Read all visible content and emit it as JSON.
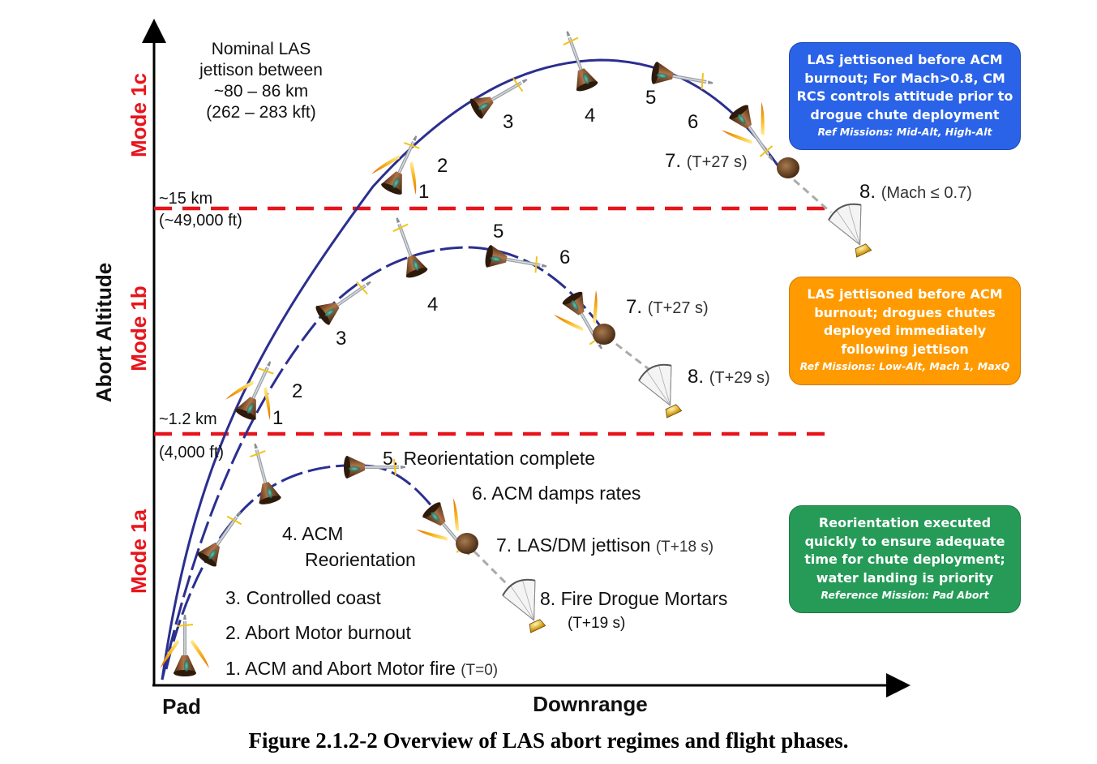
{
  "axes": {
    "y_label": "Abort Altitude",
    "x_label": "Downrange",
    "origin_label": "Pad"
  },
  "modes": {
    "mode_1c": "Mode 1c",
    "mode_1b": "Mode 1b",
    "mode_1a": "Mode 1a"
  },
  "thresholds": {
    "upper": {
      "km": "~15 km",
      "ft": "(~49,000 ft)"
    },
    "lower": {
      "km": "~1.2 km",
      "ft": "(4,000 ft)"
    }
  },
  "jettison_note": [
    "Nominal LAS",
    "jettison between",
    "~80 – 86 km",
    "(262 – 283 kft)"
  ],
  "mode_1c_steps": {
    "s1": "1",
    "s2": "2",
    "s3": "3",
    "s4": "4",
    "s5": "5",
    "s6": "6",
    "s7": "7.",
    "s7_time": "(T+27 s)",
    "s8": "8.",
    "s8_time": "(Mach ≤ 0.7)"
  },
  "mode_1b_steps": {
    "s1": "1",
    "s2": "2",
    "s3": "3",
    "s4": "4",
    "s5": "5",
    "s6": "6",
    "s7": "7.",
    "s7_time": "(T+27 s)",
    "s8": "8.",
    "s8_time": "(T+29 s)"
  },
  "mode_1a_steps": {
    "s1": "1. ACM and Abort Motor fire",
    "s1_time": "(T=0)",
    "s2": "2. Abort Motor burnout",
    "s3": "3. Controlled coast",
    "s4_line1": "4. ACM",
    "s4_line2": "Reorientation",
    "s5": "5. Reorientation complete",
    "s6": "6. ACM damps rates",
    "s7": "7. LAS/DM jettison",
    "s7_time": "(T+18 s)",
    "s8": "8. Fire Drogue Mortars",
    "s8_time": "(T+19 s)"
  },
  "info_boxes": {
    "mode_1c": {
      "lines": [
        "LAS jettisoned before ACM",
        "burnout; For Mach>0.8, CM",
        "RCS controls attitude prior to",
        "drogue chute deployment"
      ],
      "ref": "Ref Missions: Mid-Alt, High-Alt",
      "color": "#2a63e8"
    },
    "mode_1b": {
      "lines": [
        "LAS jettisoned before ACM",
        "burnout; drogues chutes",
        "deployed immediately",
        "following jettison"
      ],
      "ref": "Ref Missions: Low-Alt, Mach 1, MaxQ",
      "color": "#ff9a00"
    },
    "mode_1a": {
      "lines": [
        "Reorientation executed",
        "quickly to ensure adequate",
        "time for chute deployment;",
        "water landing is priority"
      ],
      "ref": "Reference Mission: Pad Abort",
      "color": "#259b57"
    }
  },
  "colors": {
    "trajectory": "#2b2f8f",
    "threshold_line": "#e8141b",
    "mode_label": "#e8141b",
    "capsule": "#7a4a2a",
    "plume": "#f7b21a"
  },
  "caption": "Figure 2.1.2-2 Overview of LAS abort regimes and flight phases."
}
